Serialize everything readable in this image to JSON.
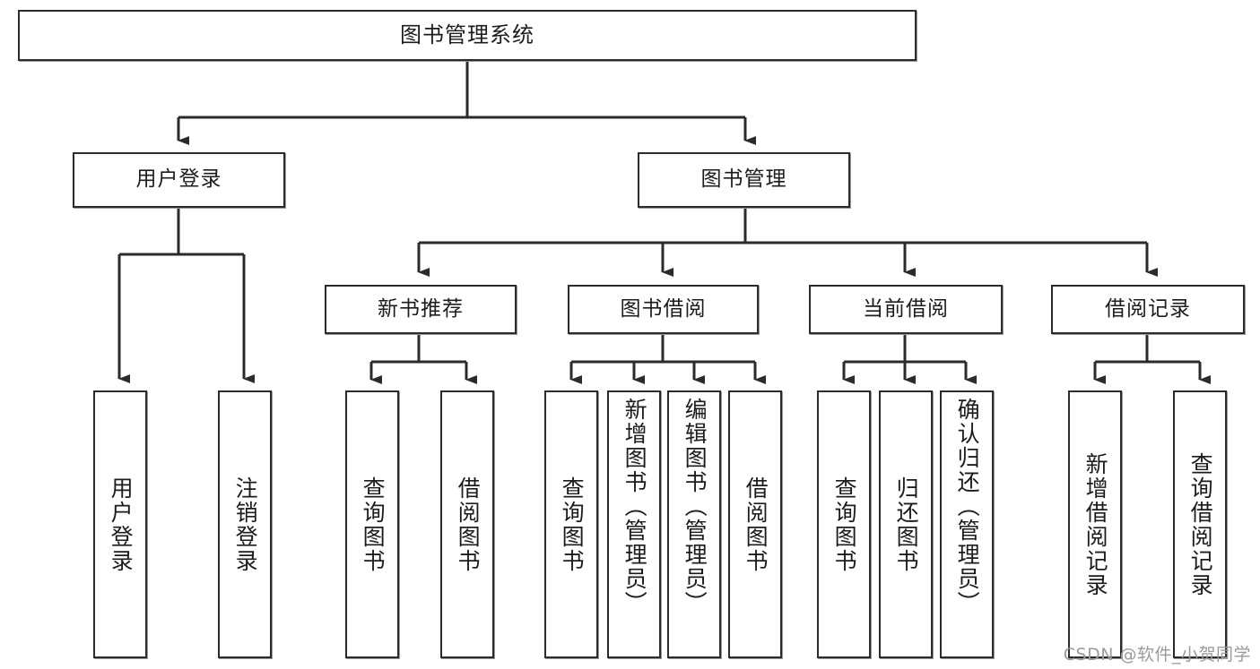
{
  "diagram": {
    "title": "图书管理系统",
    "type": "tree-structure-chart",
    "watermark": "CSDN @软件_小贺同学",
    "colors": {
      "box_border": "#2b2b2b",
      "box_fill": "#ffffff",
      "edge": "#2b2b2b",
      "text": "#1c1c1c",
      "watermark": "#9b9b9b",
      "background": "#ffffff"
    }
  },
  "root": {
    "label": "图书管理系统"
  },
  "level2": [
    {
      "id": "user-login",
      "label": "用户登录"
    },
    {
      "id": "book-manage",
      "label": "图书管理"
    }
  ],
  "level3": [
    {
      "id": "new-book-recommend",
      "label": "新书推荐",
      "parent": "book-manage"
    },
    {
      "id": "book-borrow",
      "label": "图书借阅",
      "parent": "book-manage"
    },
    {
      "id": "current-borrow",
      "label": "当前借阅",
      "parent": "book-manage"
    },
    {
      "id": "borrow-record",
      "label": "借阅记录",
      "parent": "book-manage"
    }
  ],
  "leaves": {
    "user_login": [
      {
        "id": "leaf-user-login",
        "label": "用户登录"
      },
      {
        "id": "leaf-user-logout",
        "label": "注销登录"
      }
    ],
    "new_book_recommend": [
      {
        "id": "leaf-query-book-1",
        "label": "查询图书"
      },
      {
        "id": "leaf-borrow-book-1",
        "label": "借阅图书"
      }
    ],
    "book_borrow": [
      {
        "id": "leaf-query-book-2",
        "label": "查询图书"
      },
      {
        "id": "leaf-add-book",
        "label": "新增图书（管理员）"
      },
      {
        "id": "leaf-edit-book",
        "label": "编辑图书（管理员）"
      },
      {
        "id": "leaf-borrow-book-2",
        "label": "借阅图书"
      }
    ],
    "current_borrow": [
      {
        "id": "leaf-query-book-3",
        "label": "查询图书"
      },
      {
        "id": "leaf-return-book",
        "label": "归还图书"
      },
      {
        "id": "leaf-confirm-return",
        "label": "确认归还（管理员）"
      }
    ],
    "borrow_record": [
      {
        "id": "leaf-add-record",
        "label": "新增借阅记录"
      },
      {
        "id": "leaf-query-record",
        "label": "查询借阅记录"
      }
    ]
  }
}
